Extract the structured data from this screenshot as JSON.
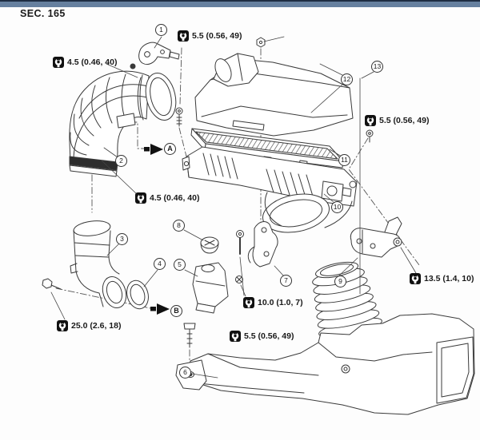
{
  "header": {
    "section_label": "SEC. 165"
  },
  "colors": {
    "topbar": "#66809f",
    "topbar_edge": "#1e2c42",
    "line": "#3a3a3a",
    "background": "#fdfdfd"
  },
  "diagram": {
    "callouts": [
      "1",
      "2",
      "3",
      "4",
      "5",
      "6",
      "7",
      "8",
      "9",
      "10",
      "11",
      "12",
      "13"
    ],
    "view_labels": {
      "a": "A",
      "b": "B"
    },
    "icons": {
      "torque": "wrench-icon"
    },
    "torque_specs": [
      {
        "id": "duct-clamp-top",
        "value": "4.5 (0.46, 40)"
      },
      {
        "id": "cover-nut-top",
        "value": "5.5 (0.56, 49)"
      },
      {
        "id": "case-bolt-right",
        "value": "5.5 (0.56, 49)"
      },
      {
        "id": "duct-clamp-bottom",
        "value": "4.5 (0.46, 40)"
      },
      {
        "id": "resonator-bolt",
        "value": "25.0 (2.6, 18)"
      },
      {
        "id": "center-bracket-bolts",
        "value": "10.0 (1.0, 7)"
      },
      {
        "id": "lower-duct-screw",
        "value": "5.5 (0.56, 49)"
      },
      {
        "id": "right-bracket-bolt",
        "value": "13.5 (1.4, 10)"
      }
    ]
  }
}
